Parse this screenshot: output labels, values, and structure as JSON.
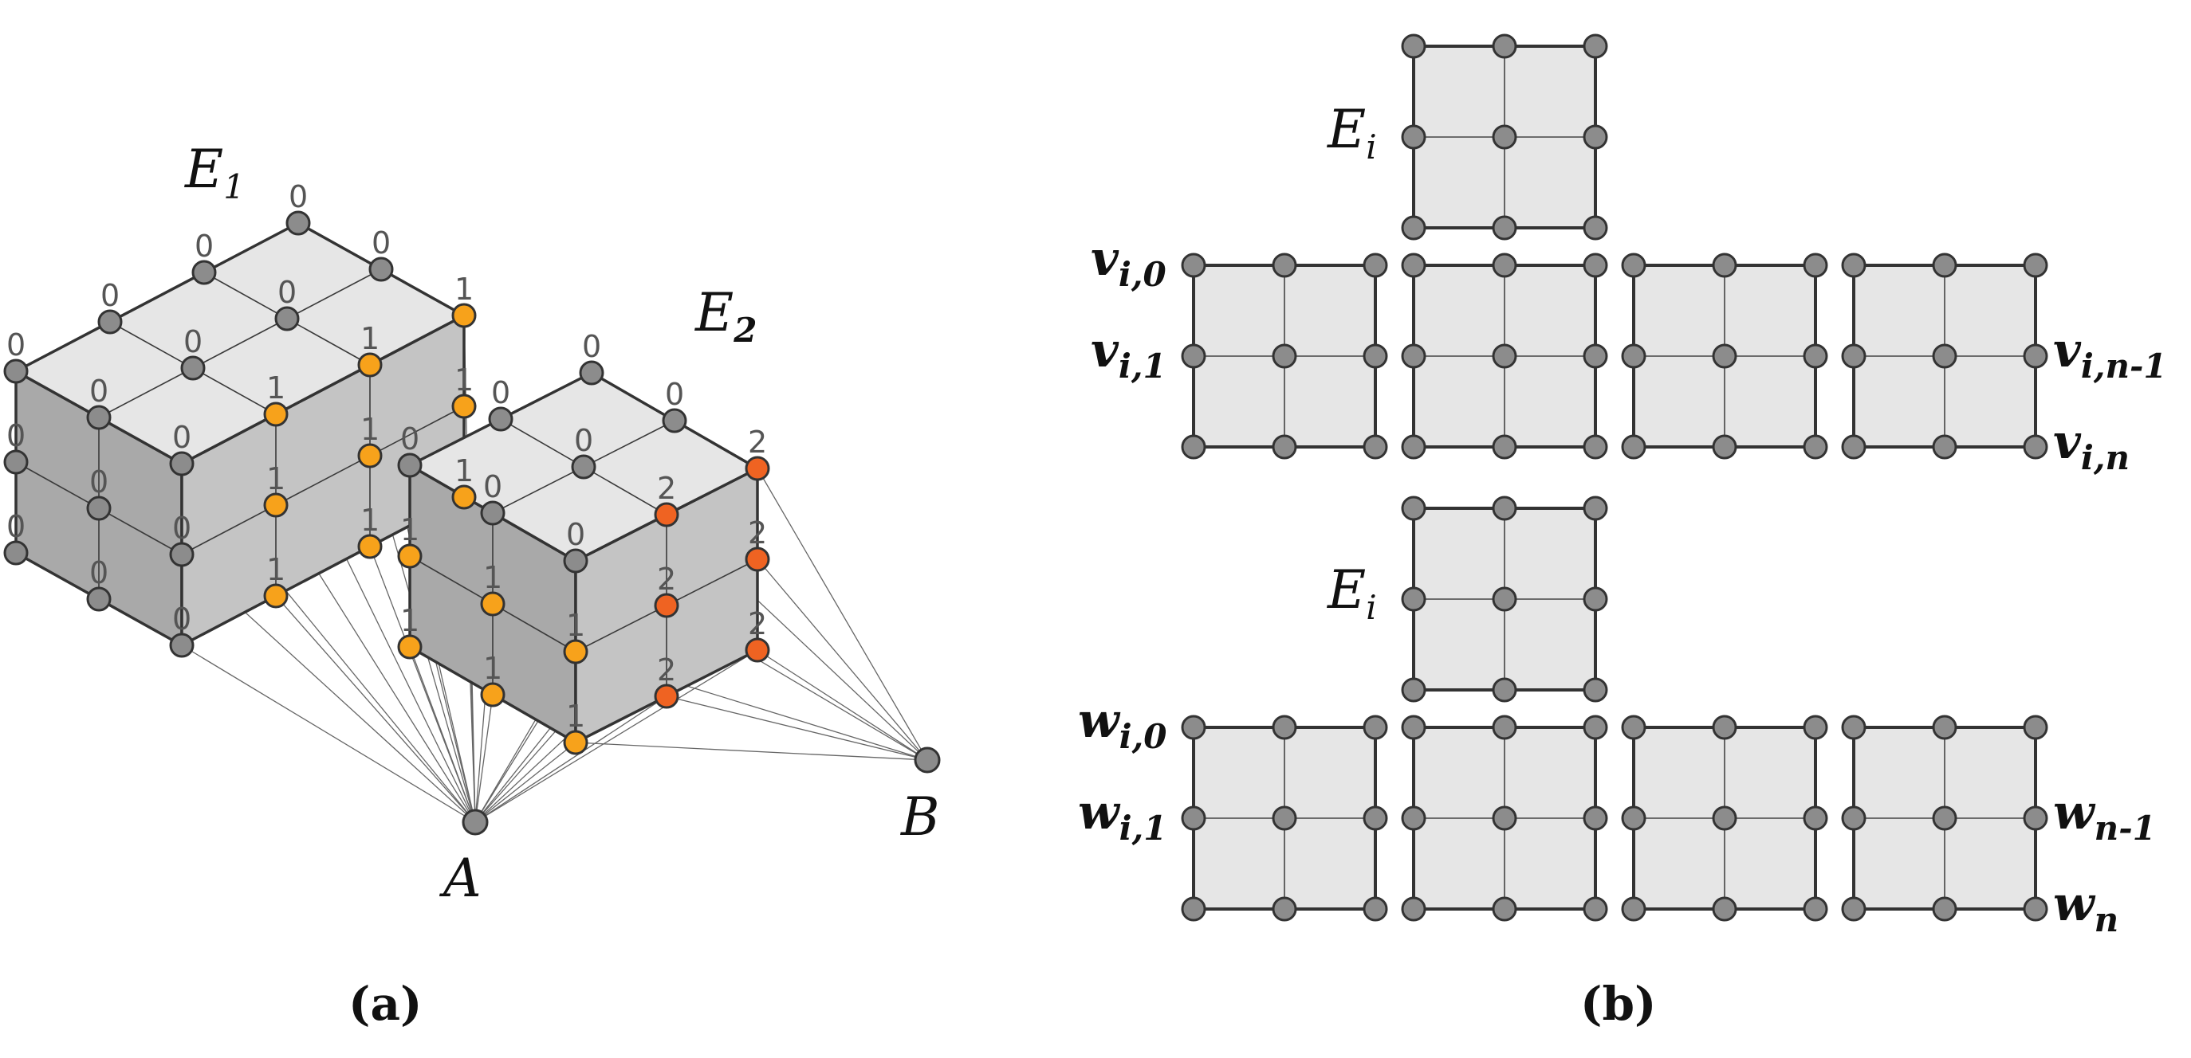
{
  "colors": {
    "vertex_gray": "#8c8c8c",
    "vertex_level1": "#f7a21b",
    "vertex_level2": "#ef6322"
  },
  "panel_a": {
    "caption": "(a)",
    "labels": {
      "E1": {
        "base": "E",
        "sub": "1"
      },
      "E2": {
        "base": "E",
        "sub": "2"
      },
      "A": "A",
      "B": "B"
    },
    "level_labels": {
      "zero": "0",
      "one": "1",
      "two": "2"
    }
  },
  "panel_b": {
    "caption": "(b)",
    "Ei_label": {
      "base": "E",
      "sub": "i"
    },
    "v_labels": [
      {
        "base": "v",
        "sub": "i,0"
      },
      {
        "base": "v",
        "sub": "i,1"
      },
      {
        "base": "v",
        "sub": "i,n-1"
      },
      {
        "base": "v",
        "sub": "i,n"
      }
    ],
    "w_labels": [
      {
        "base": "w",
        "sub": "i,0"
      },
      {
        "base": "w",
        "sub": "i,1"
      },
      {
        "base": "w",
        "sub": "n-1"
      },
      {
        "base": "w",
        "sub": "n"
      }
    ]
  }
}
